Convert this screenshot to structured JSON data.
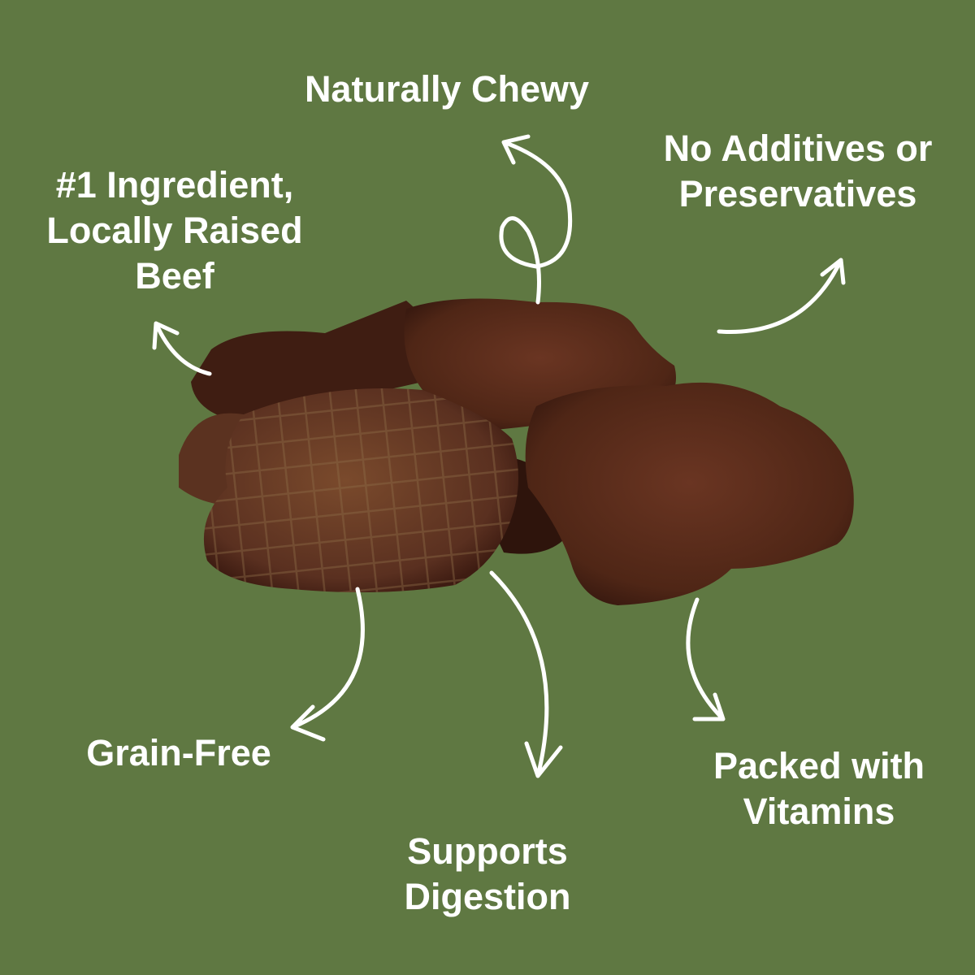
{
  "colors": {
    "background": "#5f7842",
    "text": "#ffffff",
    "treat_dark": "#4a2418",
    "treat_light": "#6e3a22"
  },
  "labels": {
    "chewy": [
      "Naturally Chewy"
    ],
    "additives": [
      "No Additives or",
      "Preservatives"
    ],
    "ingredient": [
      "#1 Ingredient,",
      "Locally Raised",
      "Beef"
    ],
    "grain": [
      "Grain-Free"
    ],
    "digestion": [
      "Supports",
      "Digestion"
    ],
    "vitamins": [
      "Packed with",
      "Vitamins"
    ]
  }
}
